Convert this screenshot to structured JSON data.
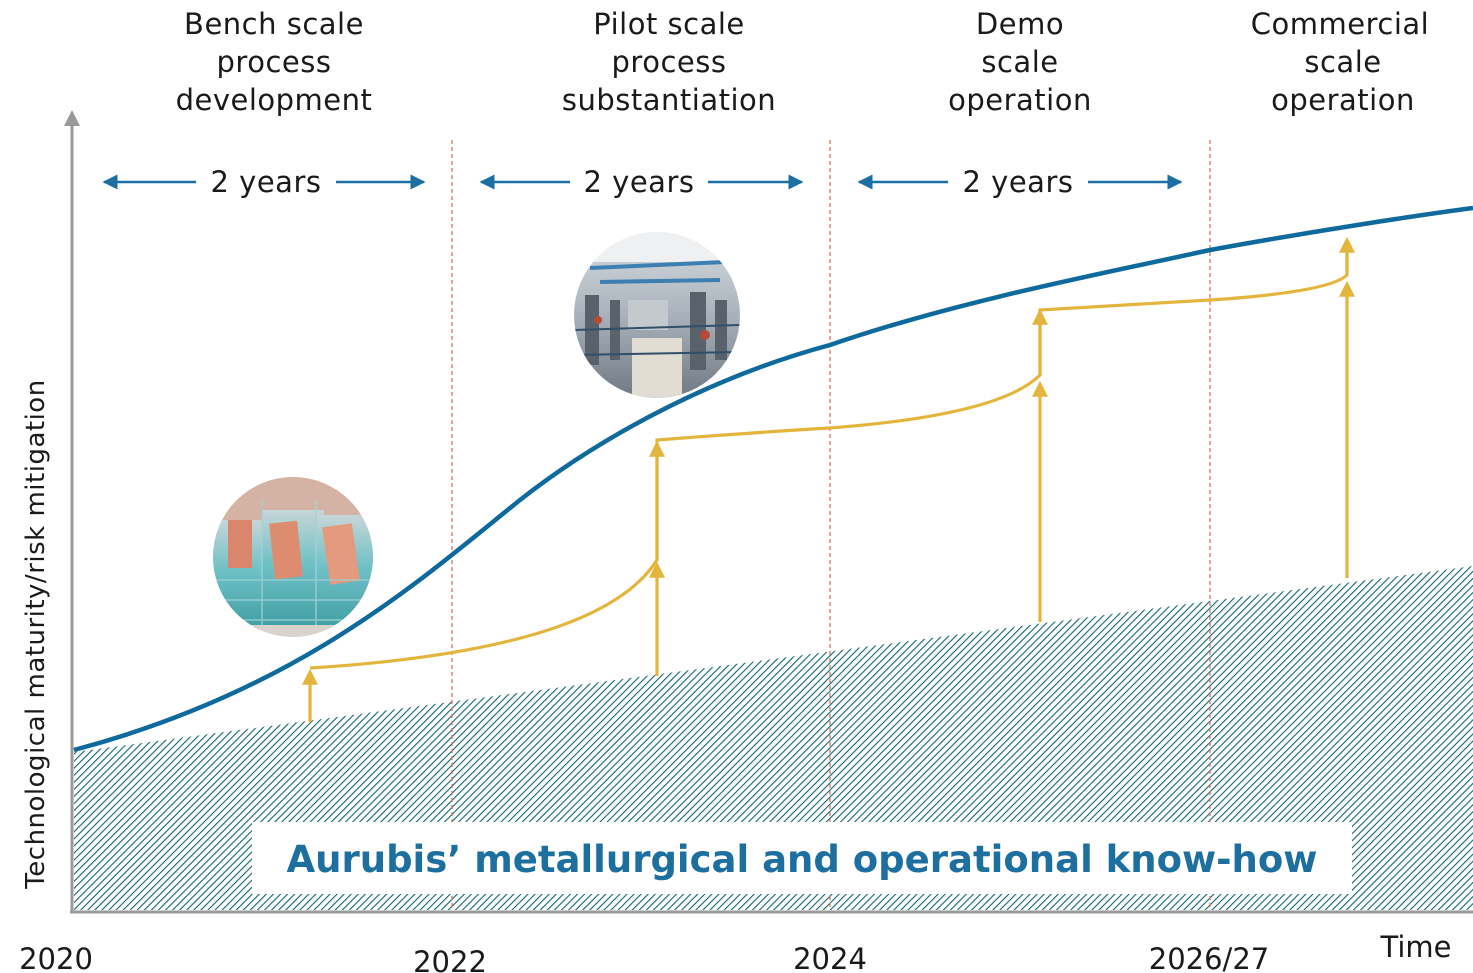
{
  "colors": {
    "maturity_curve": "#0e6a9c",
    "development_path": "#e3b53c",
    "knowhow_hatch": "#0f6670",
    "duration_arrow": "#1b6fa2",
    "divider": "#d9735a",
    "axis": "#9a9a9a",
    "banner_text": "#1d6fa0"
  },
  "phases": [
    {
      "lines": [
        "Bench scale",
        "process",
        "development"
      ]
    },
    {
      "lines": [
        "Pilot scale",
        "process",
        "substantiation"
      ]
    },
    {
      "lines": [
        "Demo",
        "scale",
        "operation"
      ]
    },
    {
      "lines": [
        "Commercial",
        "scale",
        "operation"
      ]
    }
  ],
  "durations": [
    "2 years",
    "2 years",
    "2 years"
  ],
  "x_ticks": [
    "2020",
    "2022",
    "2024",
    "2026/27"
  ],
  "x_axis_label": "Time",
  "y_axis_label": "Technological maturity/risk mitigation",
  "banner": "Aurubis’ metallurgical and operational know-how",
  "photos": [
    {
      "icon": "electrolysis-cells-photo",
      "phase": "Bench scale process development"
    },
    {
      "icon": "pilot-plant-photo",
      "phase": "Pilot scale process substantiation"
    }
  ]
}
